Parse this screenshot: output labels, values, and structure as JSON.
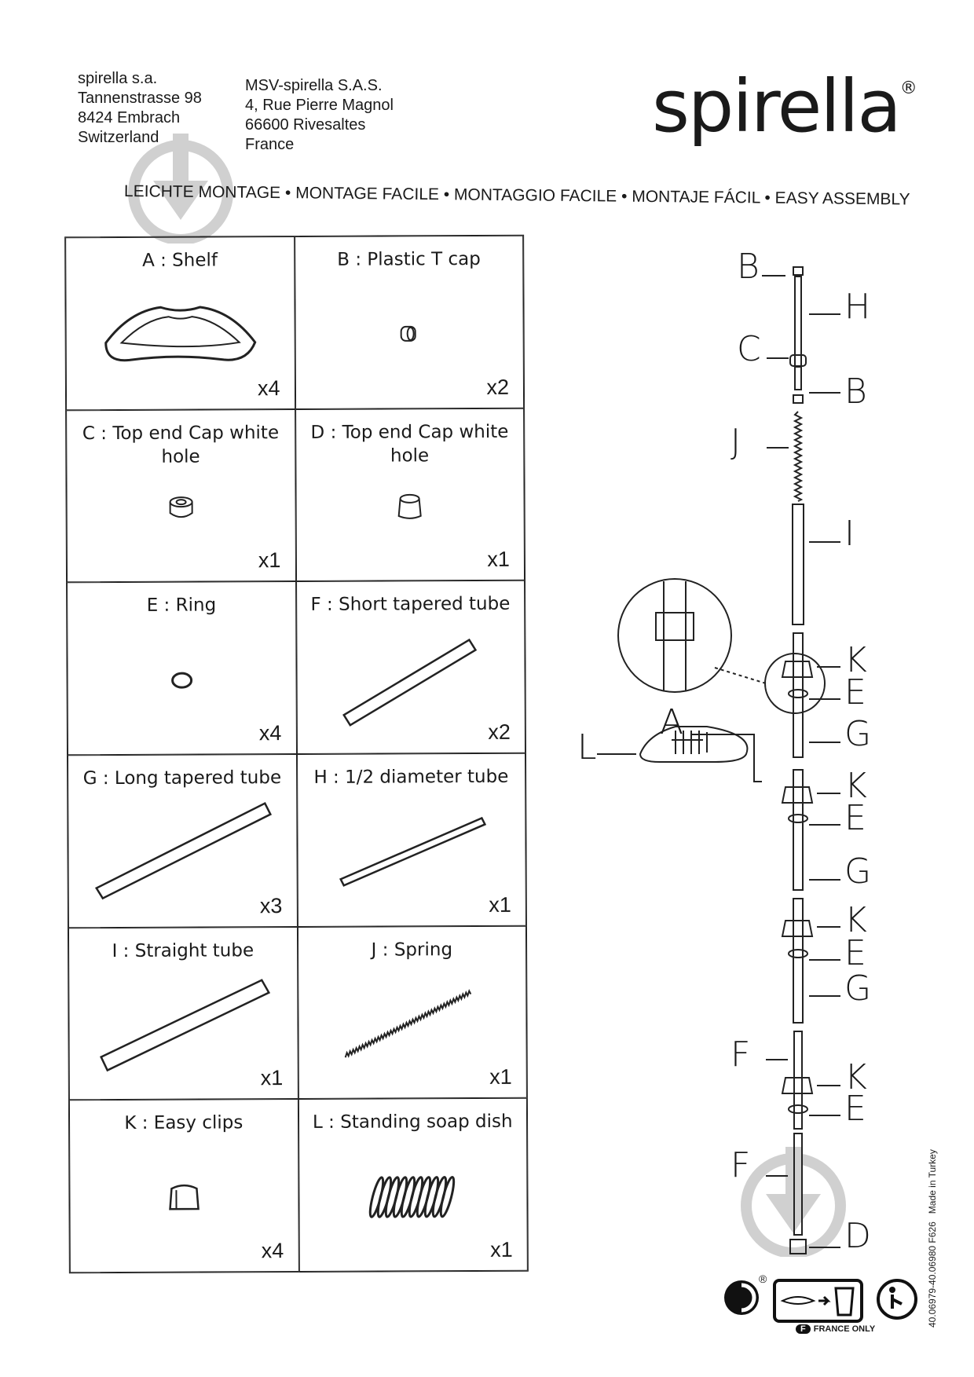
{
  "sender_ch": [
    "spirella s.a.",
    "Tannenstrasse 98",
    "8424 Embrach",
    "Switzerland"
  ],
  "sender_fr": [
    "MSV-spirella S.A.S.",
    "4, Rue Pierre Magnol",
    "66600 Rivesaltes",
    "France"
  ],
  "brand": {
    "name": "spirella",
    "mark": "®"
  },
  "headline": "LEICHTE MONTAGE • MONTAGE FACILE • MONTAGGIO FACILE • MONTAJE FÁCIL • EASY ASSEMBLY",
  "parts": [
    {
      "caption": "A : Shelf",
      "qty": "x4",
      "icon": "shelf"
    },
    {
      "caption": "B : Plastic T cap",
      "qty": "x2",
      "icon": "t-cap"
    },
    {
      "caption": "C : Top end Cap white hole",
      "qty": "x1",
      "icon": "cap-hole"
    },
    {
      "caption": "D : Top end Cap white hole",
      "qty": "x1",
      "icon": "cap"
    },
    {
      "caption": "E : Ring",
      "qty": "x4",
      "icon": "ring"
    },
    {
      "caption": "F : Short tapered tube",
      "qty": "x2",
      "icon": "tube-short"
    },
    {
      "caption": "G : Long tapered tube",
      "qty": "x3",
      "icon": "tube-long"
    },
    {
      "caption": "H : 1/2 diameter tube",
      "qty": "x1",
      "icon": "tube-thin"
    },
    {
      "caption": "I : Straight tube",
      "qty": "x1",
      "icon": "tube-straight"
    },
    {
      "caption": "J : Spring",
      "qty": "x1",
      "icon": "spring"
    },
    {
      "caption": "K : Easy clips",
      "qty": "x4",
      "icon": "clip"
    },
    {
      "caption": "L : Standing soap dish",
      "qty": "x1",
      "icon": "soap-dish"
    }
  ],
  "diagram_labels": {
    "left": [
      "B",
      "C",
      "J",
      "F",
      "F",
      "L",
      "A"
    ],
    "right": [
      "H",
      "B",
      "I",
      "K",
      "E",
      "G",
      "K",
      "E",
      "G",
      "K",
      "E",
      "G",
      "K",
      "E",
      "D"
    ]
  },
  "footer": {
    "france_only": "FRANCE ONLY",
    "registered": "®",
    "made_in": "Made in Turkey",
    "code": "40.06979-40.06980 F626"
  }
}
